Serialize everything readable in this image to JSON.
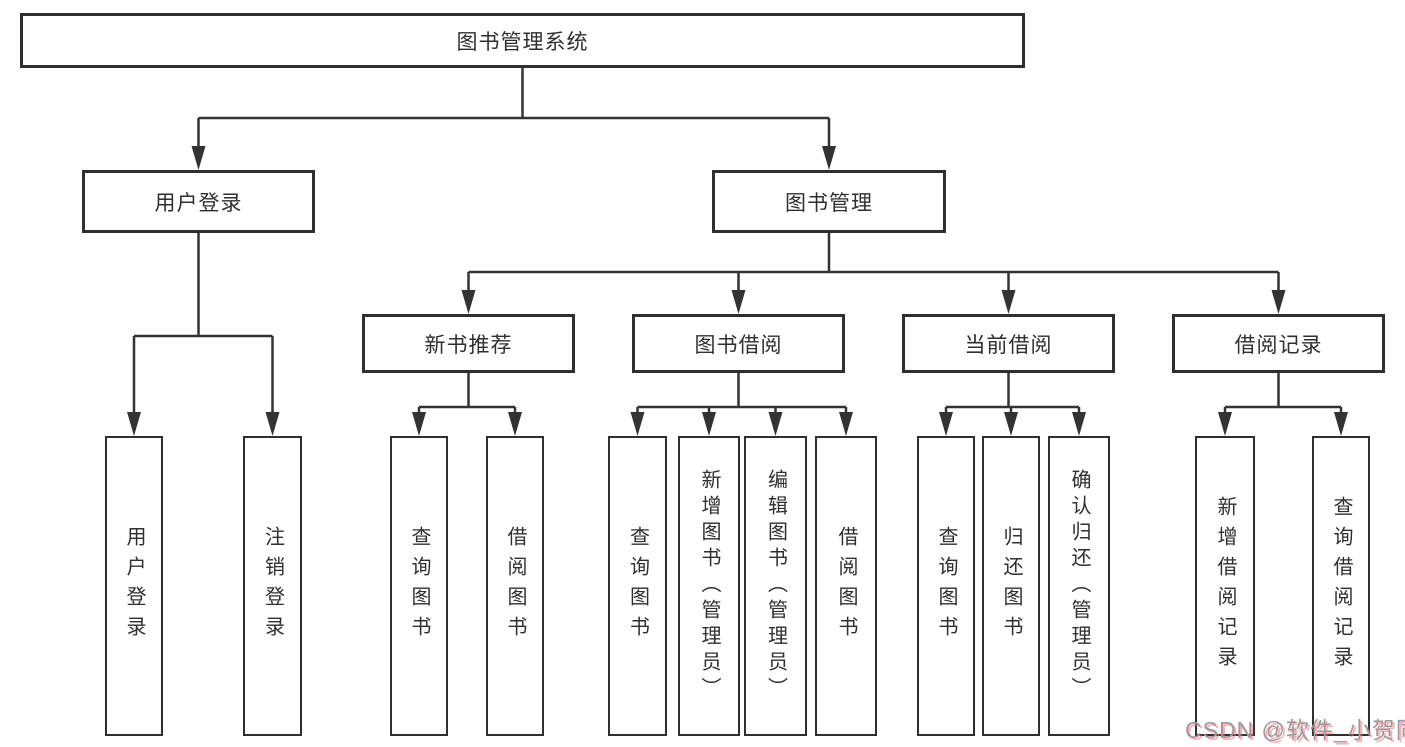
{
  "diagram": {
    "type": "hierarchy-tree",
    "colors": {
      "line": "#333333",
      "box_border": "#2f2f2f",
      "text": "#2f2f2f",
      "background": "#ffffff",
      "watermark_gray": "#9c9a9a",
      "watermark_pink": "#fd6c76"
    },
    "nodes": {
      "root": {
        "label": "图书管理系统"
      },
      "user_login": {
        "label": "用户登录"
      },
      "book_mgmt": {
        "label": "图书管理"
      },
      "new_book_rec": {
        "label": "新书推荐"
      },
      "book_borrow": {
        "label": "图书借阅"
      },
      "current_borrow": {
        "label": "当前借阅"
      },
      "borrow_records": {
        "label": "借阅记录"
      },
      "leaf_user_login": {
        "label": "用户登录"
      },
      "leaf_logout": {
        "label": "注销登录"
      },
      "nb_query_books": {
        "label": "查询图书"
      },
      "nb_borrow_books": {
        "label": "借阅图书"
      },
      "bb_query_books": {
        "label": "查询图书"
      },
      "bb_add_books": {
        "label": "新增图书（管理员）"
      },
      "bb_edit_books": {
        "label": "编辑图书（管理员）"
      },
      "bb_borrow_books": {
        "label": "借阅图书"
      },
      "cb_query_books": {
        "label": "查询图书"
      },
      "cb_return_books": {
        "label": "归还图书"
      },
      "cb_confirm_return": {
        "label": "确认归还（管理员）"
      },
      "br_add_record": {
        "label": "新增借阅记录"
      },
      "br_query_record": {
        "label": "查询借阅记录"
      }
    },
    "edges": [
      [
        "root",
        "user_login"
      ],
      [
        "root",
        "book_mgmt"
      ],
      [
        "user_login",
        "leaf_user_login"
      ],
      [
        "user_login",
        "leaf_logout"
      ],
      [
        "book_mgmt",
        "new_book_rec"
      ],
      [
        "book_mgmt",
        "book_borrow"
      ],
      [
        "book_mgmt",
        "current_borrow"
      ],
      [
        "book_mgmt",
        "borrow_records"
      ],
      [
        "new_book_rec",
        "nb_query_books"
      ],
      [
        "new_book_rec",
        "nb_borrow_books"
      ],
      [
        "book_borrow",
        "bb_query_books"
      ],
      [
        "book_borrow",
        "bb_add_books"
      ],
      [
        "book_borrow",
        "bb_edit_books"
      ],
      [
        "book_borrow",
        "bb_borrow_books"
      ],
      [
        "current_borrow",
        "cb_query_books"
      ],
      [
        "current_borrow",
        "cb_return_books"
      ],
      [
        "current_borrow",
        "cb_confirm_return"
      ],
      [
        "borrow_records",
        "br_add_record"
      ],
      [
        "borrow_records",
        "br_query_record"
      ]
    ],
    "watermark": {
      "text": "CSDN @软件_小贺同学"
    }
  }
}
